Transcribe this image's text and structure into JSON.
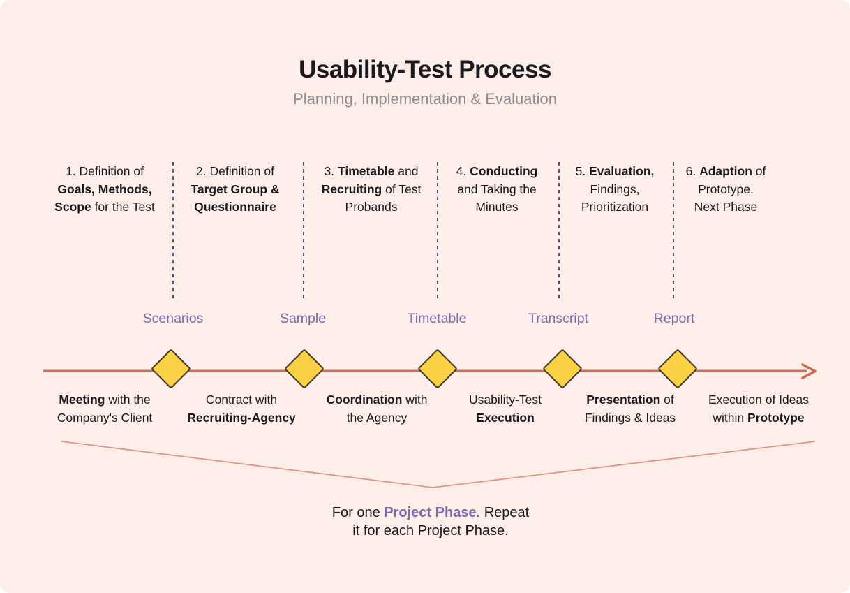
{
  "header": {
    "title": "Usability-Test Process",
    "subtitle": "Planning, Implementation & Evaluation"
  },
  "phases": [
    {
      "lines": [
        [
          {
            "t": "1. Definition of"
          }
        ],
        [
          {
            "t": "Goals, Methods,",
            "b": true
          }
        ],
        [
          {
            "t": "Scope",
            "b": true
          },
          {
            "t": " for the Test"
          }
        ]
      ]
    },
    {
      "lines": [
        [
          {
            "t": "2. Definition of"
          }
        ],
        [
          {
            "t": "Target Group &",
            "b": true
          }
        ],
        [
          {
            "t": "Questionnaire",
            "b": true
          }
        ]
      ]
    },
    {
      "lines": [
        [
          {
            "t": "3. "
          },
          {
            "t": "Timetable",
            "b": true
          },
          {
            "t": " and"
          }
        ],
        [
          {
            "t": "Recruiting",
            "b": true
          },
          {
            "t": " of Test"
          }
        ],
        [
          {
            "t": "Probands"
          }
        ]
      ]
    },
    {
      "lines": [
        [
          {
            "t": "4. "
          },
          {
            "t": "Conducting",
            "b": true
          }
        ],
        [
          {
            "t": "and Taking the"
          }
        ],
        [
          {
            "t": "Minutes"
          }
        ]
      ]
    },
    {
      "lines": [
        [
          {
            "t": "5. "
          },
          {
            "t": "Evaluation,",
            "b": true
          }
        ],
        [
          {
            "t": "Findings,"
          }
        ],
        [
          {
            "t": "Prioritization"
          }
        ]
      ]
    },
    {
      "lines": [
        [
          {
            "t": "6. "
          },
          {
            "t": "Adaption",
            "b": true
          },
          {
            "t": " of"
          }
        ],
        [
          {
            "t": "Prototype."
          }
        ],
        [
          {
            "t": "Next Phase"
          }
        ]
      ]
    }
  ],
  "milestones": [
    {
      "label": "Scenarios"
    },
    {
      "label": "Sample"
    },
    {
      "label": "Timetable"
    },
    {
      "label": "Transcript"
    },
    {
      "label": "Report"
    }
  ],
  "descriptions": [
    {
      "lines": [
        [
          {
            "t": "Meeting",
            "b": true
          },
          {
            "t": " with the"
          }
        ],
        [
          {
            "t": "Company's Client"
          }
        ]
      ]
    },
    {
      "lines": [
        [
          {
            "t": "Contract with"
          }
        ],
        [
          {
            "t": "Recruiting-Agency",
            "b": true
          }
        ]
      ]
    },
    {
      "lines": [
        [
          {
            "t": "Coordination",
            "b": true
          },
          {
            "t": " with"
          }
        ],
        [
          {
            "t": "the Agency"
          }
        ]
      ]
    },
    {
      "lines": [
        [
          {
            "t": "Usability-Test"
          }
        ],
        [
          {
            "t": "Execution",
            "b": true
          }
        ]
      ]
    },
    {
      "lines": [
        [
          {
            "t": "Presentation",
            "b": true
          },
          {
            "t": " of"
          }
        ],
        [
          {
            "t": "Findings & Ideas"
          }
        ]
      ]
    },
    {
      "lines": [
        [
          {
            "t": "Execution of Ideas"
          }
        ],
        [
          {
            "t": "within "
          },
          {
            "t": "Prototype",
            "b": true
          }
        ]
      ]
    }
  ],
  "footer": {
    "lines": [
      [
        {
          "t": "For one "
        },
        {
          "t": "Project Phase.",
          "b": true,
          "accent": true
        },
        {
          "t": " Repeat"
        }
      ],
      [
        {
          "t": "it for each Project Phase."
        }
      ]
    ]
  },
  "colors": {
    "background": "#fdeeea",
    "text": "#1a1a1e",
    "subtitle": "#8d8a90",
    "accent_purple": "#7c69ae",
    "separator": "#5a5170",
    "timeline": "#c9705f",
    "arrow": "#cd6551",
    "chevron": "#e18d7f",
    "diamond_fill": "#f8d144",
    "diamond_border": "#40342a"
  }
}
